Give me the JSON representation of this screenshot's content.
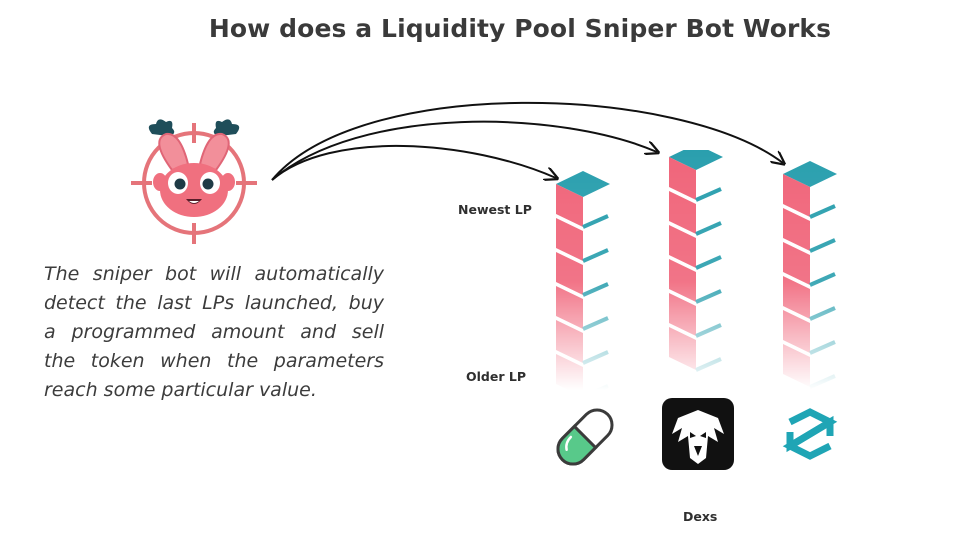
{
  "title": "How does a Liquidity Pool Sniper Bot Works",
  "description_lines": [
    "The sniper bot will automatically",
    "detect the last LPs launched, buy",
    "a programmed amount and sell",
    "the token when the parameters",
    "reach some particular value."
  ],
  "labels": {
    "newest": "Newest LP",
    "older": "Older LP",
    "dexs": "Dexs"
  },
  "colors": {
    "pink": "#f0657a",
    "teal": "#2a9fae",
    "reticle": "#e5747a",
    "arrow": "#111111"
  },
  "icons": {
    "bot": "sniper-bot-mascot-icon",
    "dex1": "pancakeswap-pill-icon",
    "dex2": "eagle-icon",
    "dex3": "dydx-icon"
  }
}
